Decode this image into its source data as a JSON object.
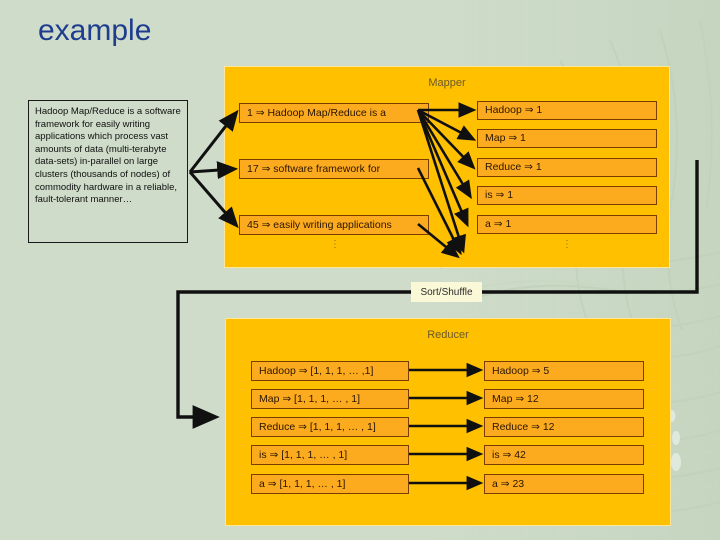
{
  "slide": {
    "title": "example",
    "title_color": "#1f3d8f",
    "background_color": "#cedcc9",
    "panel_color": "#ffc000",
    "box_color": "#fcab1e",
    "box_border_color": "#7a3d00"
  },
  "description": {
    "text": "Hadoop Map/Reduce is a software framework for easily writing applications which process vast amounts of data (multi-terabyte data-sets) in-parallel on large clusters (thousands of nodes) of commodity hardware in a reliable, fault-tolerant manner…"
  },
  "mapper": {
    "title": "Mapper",
    "inputs": [
      "1 ⇒ Hadoop Map/Reduce is a",
      "17 ⇒ software framework for",
      "45 ⇒ easily writing applications"
    ],
    "inputs_ellipsis": "⋮",
    "outputs": [
      "Hadoop ⇒ 1",
      "Map ⇒ 1",
      "Reduce ⇒ 1",
      "is ⇒ 1",
      "a ⇒ 1"
    ],
    "outputs_ellipsis": "⋮"
  },
  "sort_shuffle": {
    "label": "Sort/Shuffle"
  },
  "reducer": {
    "title": "Reducer",
    "inputs": [
      "Hadoop ⇒ [1, 1, 1, … ,1]",
      "Map ⇒ [1, 1, 1, … , 1]",
      "Reduce ⇒ [1, 1, 1, … , 1]",
      "is ⇒ [1, 1, 1, … , 1]",
      "a ⇒ [1, 1, 1, … , 1]"
    ],
    "outputs": [
      "Hadoop ⇒ 5",
      "Map ⇒ 12",
      "Reduce ⇒ 12",
      "is ⇒ 42",
      "a ⇒ 23"
    ]
  }
}
